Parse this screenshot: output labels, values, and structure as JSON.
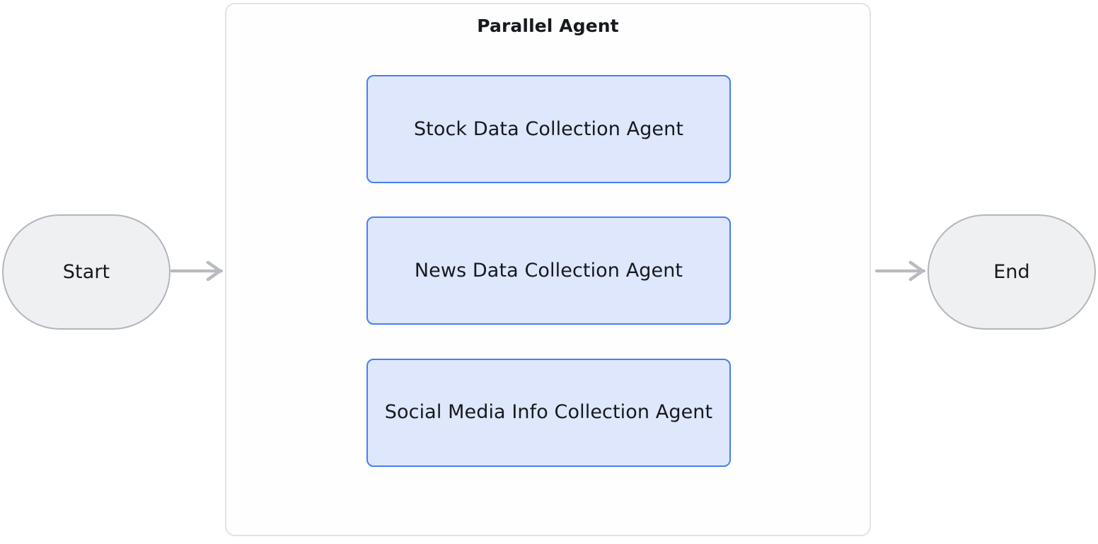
{
  "diagram": {
    "type": "flowchart",
    "direction": "left-to-right",
    "background_color": "#ffffff",
    "nodes": [
      {
        "id": "start",
        "label": "Start",
        "shape": "stadium",
        "fill": "#eff0f2",
        "stroke": "#b2b5ba",
        "text_color": "#16191d"
      },
      {
        "id": "end",
        "label": "End",
        "shape": "stadium",
        "fill": "#eff0f2",
        "stroke": "#b2b5ba",
        "text_color": "#16191d"
      }
    ],
    "container": {
      "id": "parallel-agent",
      "title": "Parallel Agent",
      "fill": "#fefeff",
      "stroke": "#e2e3e7",
      "title_color": "#16191d",
      "children": [
        {
          "id": "stock-data-collection-agent",
          "label": "Stock Data Collection Agent",
          "shape": "rounded-rect",
          "fill": "#dee7fb",
          "stroke": "#4680f0",
          "text_color": "#16191d"
        },
        {
          "id": "news-data-collection-agent",
          "label": "News Data Collection Agent",
          "shape": "rounded-rect",
          "fill": "#dee7fb",
          "stroke": "#4680f0",
          "text_color": "#16191d"
        },
        {
          "id": "social-media-info-collection-agent",
          "label": "Social Media Info Collection Agent",
          "shape": "rounded-rect",
          "fill": "#dee7fb",
          "stroke": "#4680f0",
          "text_color": "#16191d"
        }
      ]
    },
    "edges": [
      {
        "from": "start",
        "to": "parallel-agent",
        "label": "",
        "style": "solid",
        "arrowhead": "open-chevron",
        "color": "#b8bbc0"
      },
      {
        "from": "parallel-agent-fan-in",
        "to": "stock-data-collection-agent",
        "label": "",
        "style": "solid",
        "arrowhead": "open-chevron",
        "color": "#b8bbc0"
      },
      {
        "from": "parallel-agent-fan-in",
        "to": "news-data-collection-agent",
        "label": "",
        "style": "solid",
        "arrowhead": "open-chevron",
        "color": "#b8bbc0"
      },
      {
        "from": "parallel-agent-fan-in",
        "to": "social-media-info-collection-agent",
        "label": "",
        "style": "solid",
        "arrowhead": "open-chevron",
        "color": "#b8bbc0"
      },
      {
        "from": "stock-data-collection-agent",
        "to": "parallel-agent-fan-out",
        "label": "",
        "style": "solid",
        "arrowhead": "none",
        "color": "#b8bbc0"
      },
      {
        "from": "news-data-collection-agent",
        "to": "parallel-agent-fan-out",
        "label": "",
        "style": "solid",
        "arrowhead": "open-chevron",
        "color": "#b8bbc0"
      },
      {
        "from": "social-media-info-collection-agent",
        "to": "parallel-agent-fan-out",
        "label": "",
        "style": "solid",
        "arrowhead": "none",
        "color": "#b8bbc0"
      },
      {
        "from": "parallel-agent",
        "to": "end",
        "label": "",
        "style": "solid",
        "arrowhead": "open-chevron",
        "color": "#b8bbc0"
      }
    ],
    "colors": {
      "edge": "#b8bbc0",
      "agent_border": "#4680f0",
      "agent_fill": "#dee7fb",
      "terminal_fill": "#eff0f2",
      "terminal_border": "#b2b5ba",
      "container_border": "#e2e3e7",
      "text": "#16191d"
    }
  }
}
